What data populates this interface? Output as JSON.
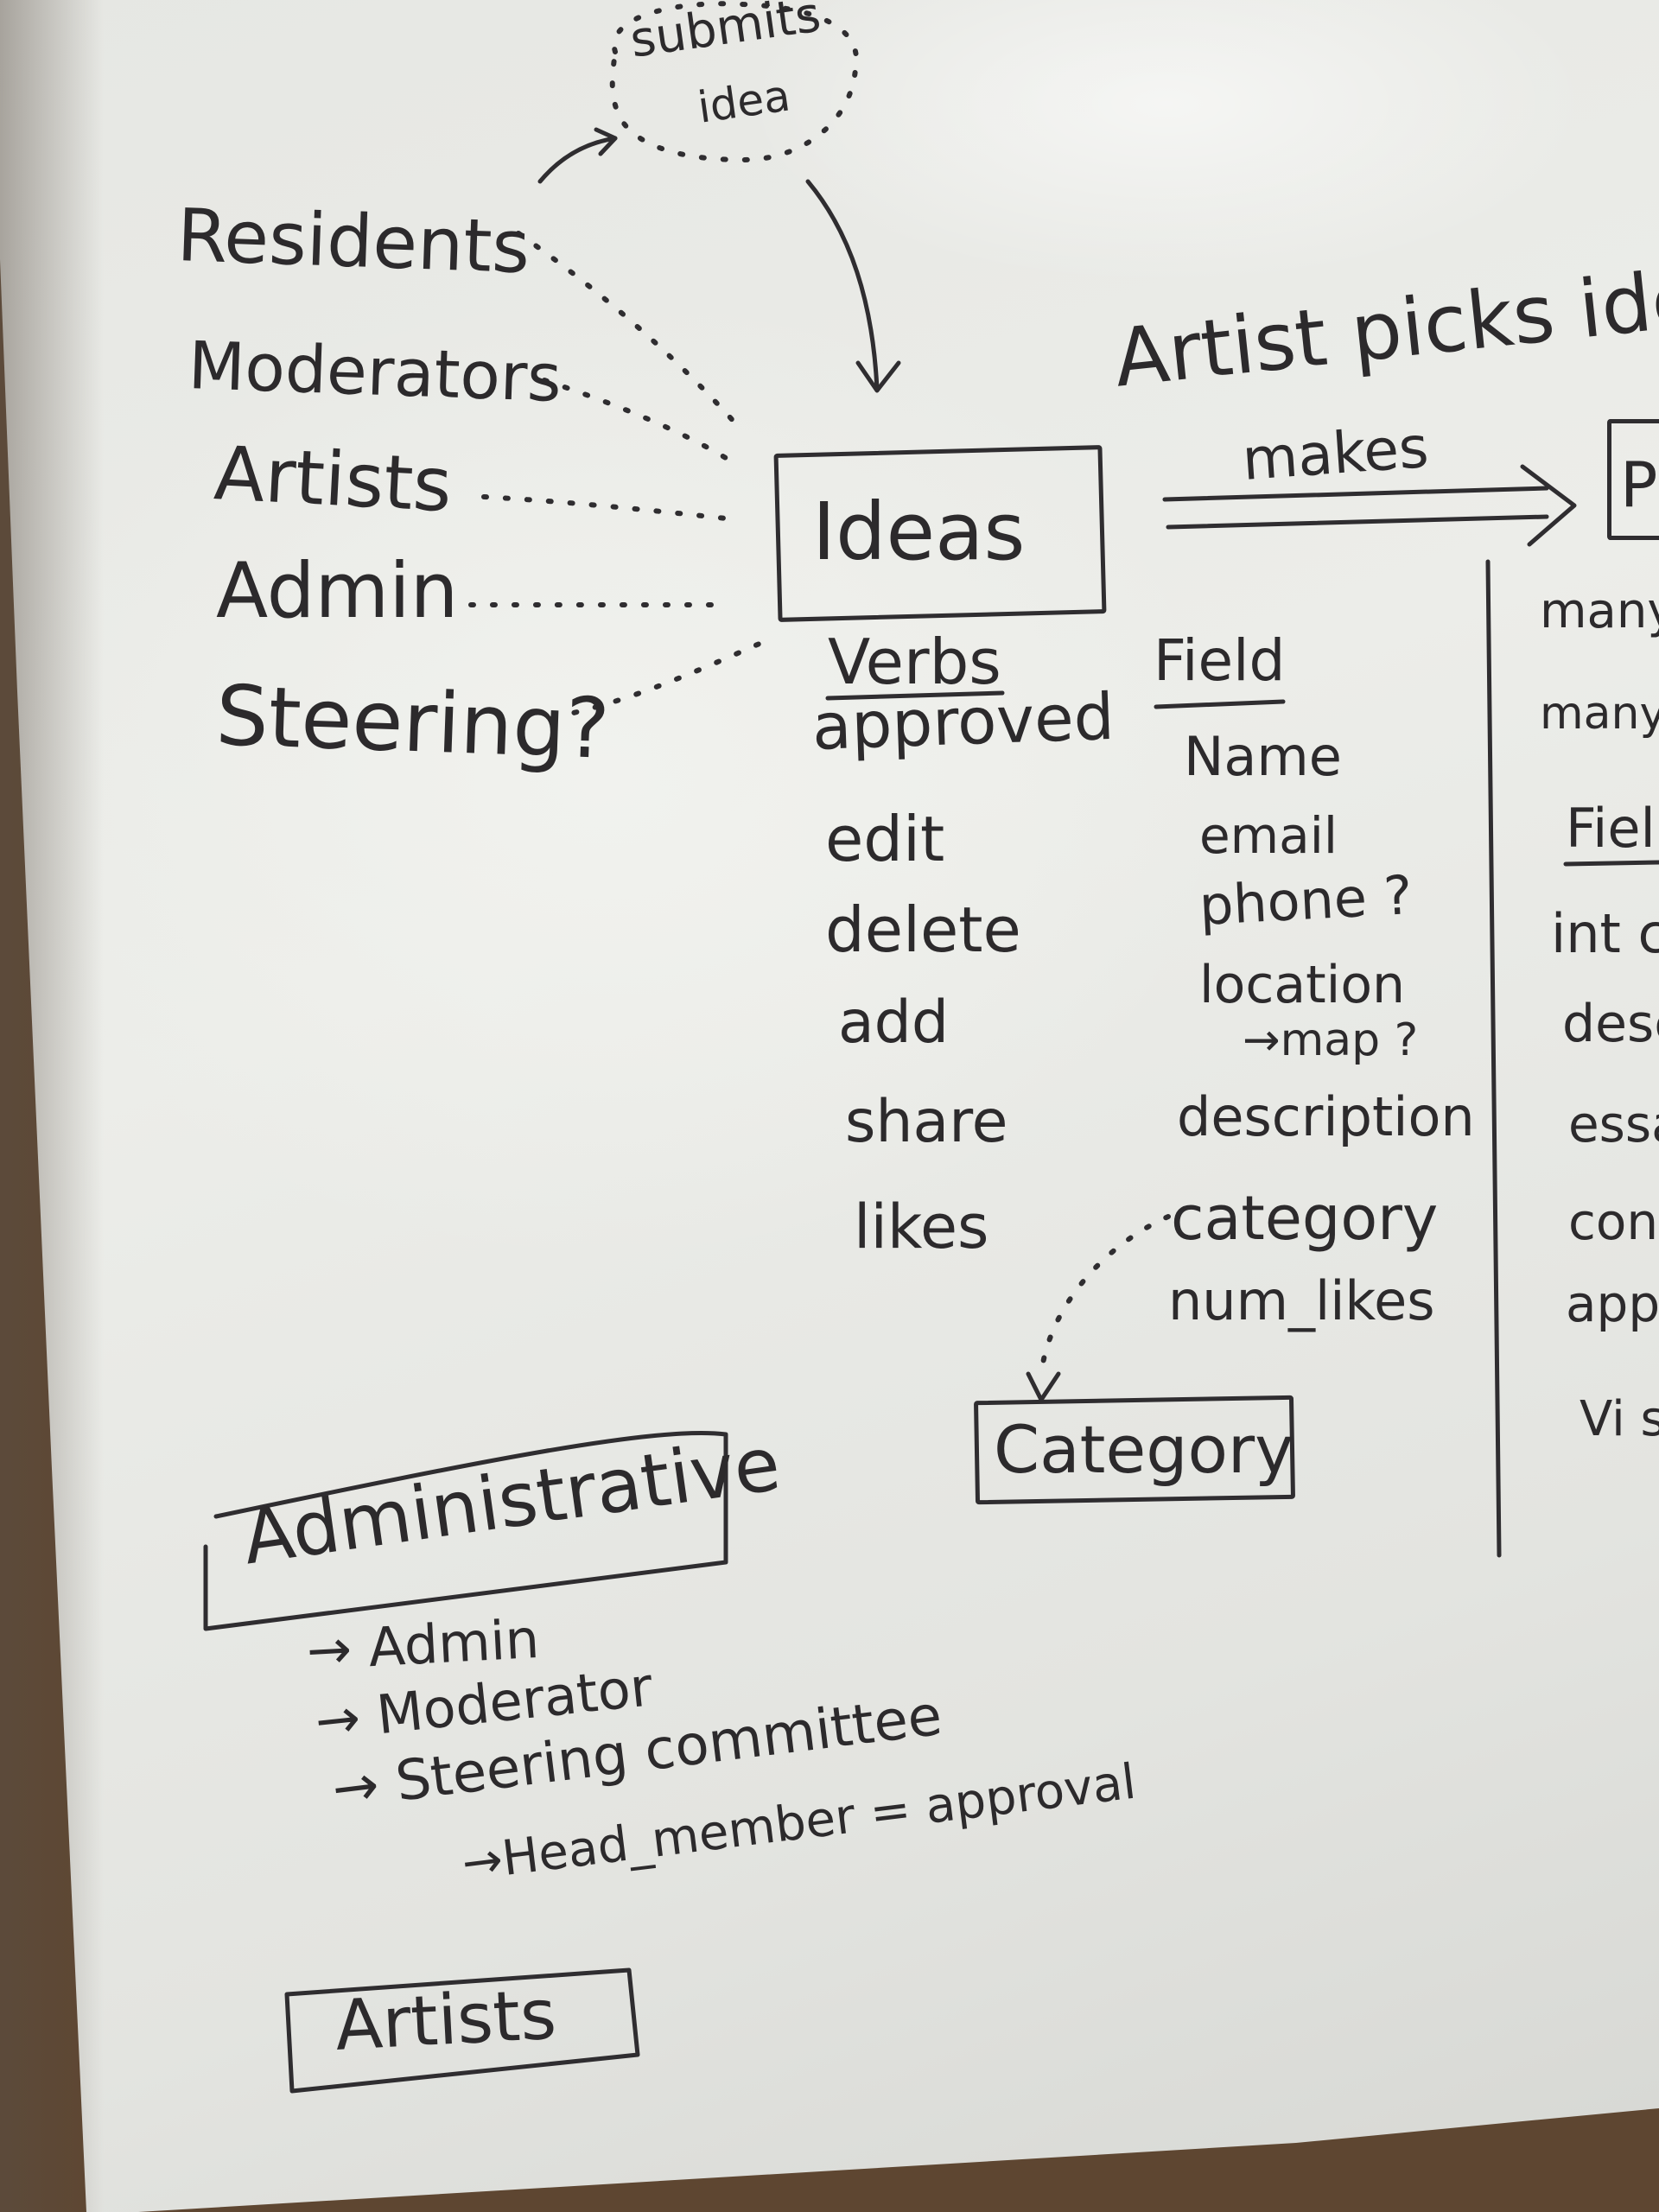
{
  "whiteboard": {
    "submits_idea": {
      "line1": "submits",
      "line2": "idea"
    },
    "actors": [
      "Residents",
      "Moderators",
      "Artists",
      "Admin",
      "Steering?"
    ],
    "ideas_box": "Ideas",
    "artist_picks": "Artist picks ide",
    "makes": "makes",
    "right_box_partial": "P",
    "ideas_verbs": {
      "header": "Verbs",
      "items": [
        "approved",
        "edit",
        "delete",
        "add",
        "share",
        "likes"
      ]
    },
    "ideas_fields": {
      "header": "Field",
      "items": [
        "Name",
        "email",
        "phone ?",
        "location",
        "→map ?",
        "description",
        "category",
        "num_likes"
      ]
    },
    "right_column_partial": {
      "items": [
        "many",
        "many",
        "Fiel",
        "int c",
        "descr",
        "essa",
        "cont",
        "appr",
        "Vi si"
      ]
    },
    "category_box": "Category",
    "administrative": {
      "title": "Administrative",
      "items": [
        "→ Admin",
        "→ Moderator",
        "→ Steering committee",
        "→Head_member = approval"
      ]
    },
    "artists_box": "Artists"
  }
}
